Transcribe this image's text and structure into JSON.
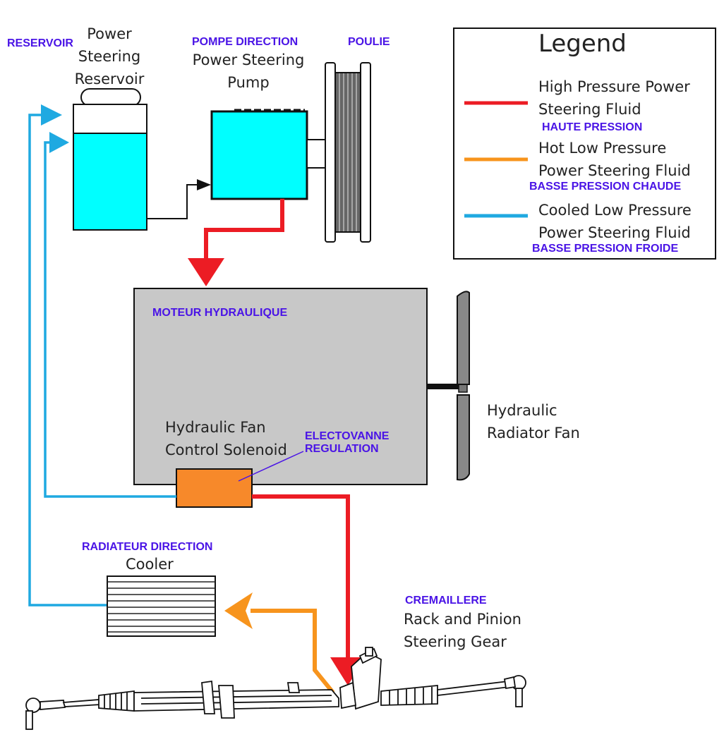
{
  "labels": {
    "reservoir_fr": "RESERVOIR",
    "reservoir_en": "Power Steering Reservoir",
    "pump_fr": "POMPE DIRECTION",
    "pump_en": "Power Steering Pump",
    "pulley_fr": "POULIE",
    "engine_fr": "MOTEUR HYDRAULIQUE",
    "solenoid_en": "Hydraulic Fan Control Solenoid",
    "solenoid_fr": "ELECTOVANNE REGULATION",
    "fan_en": "Hydraulic Radiator Fan",
    "cooler_fr": "RADIATEUR DIRECTION",
    "cooler_en": "Cooler",
    "rack_fr": "CREMAILLERE",
    "rack_en": "Rack and Pinion Steering Gear"
  },
  "legend": {
    "title": "Legend",
    "items": [
      {
        "en": "High Pressure Power Steering Fluid",
        "fr": "HAUTE PRESSION",
        "color": "#ec1c24"
      },
      {
        "en": "Hot Low Pressure Power Steering Fluid",
        "fr": "BASSE PRESSION CHAUDE",
        "color": "#f7941d"
      },
      {
        "en": "Cooled Low Pressure Power Steering Fluid",
        "fr": "BASSE PRESSION FROIDE",
        "color": "#1fa9e1"
      }
    ]
  },
  "colors": {
    "high_pressure": "#ec1c24",
    "hot_low_pressure": "#f7941d",
    "cooled_low_pressure": "#1fa9e1",
    "fluid": "#00ffff",
    "engine": "#c8c8c8",
    "solenoid": "#f7892a",
    "french_text": "#4a14e6"
  }
}
